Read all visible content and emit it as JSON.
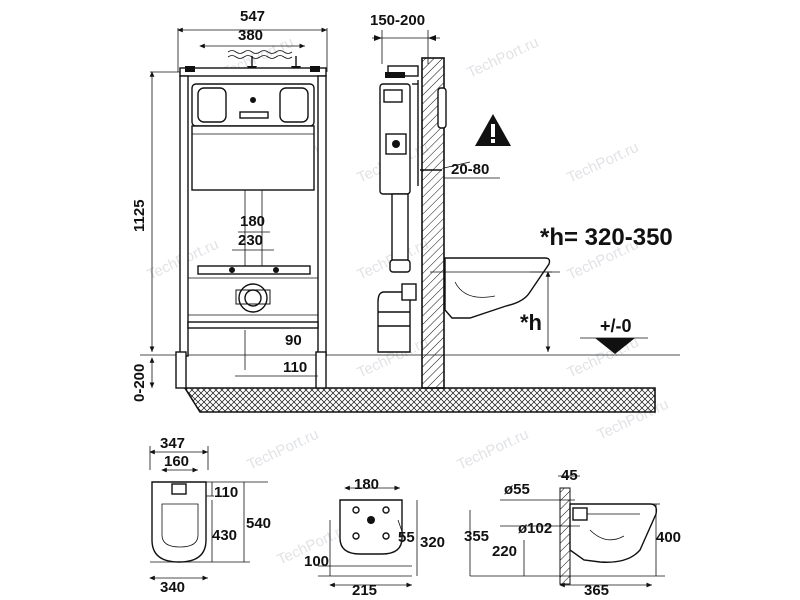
{
  "colors": {
    "ink": "#111111",
    "paper": "#ffffff",
    "watermark": "#c9ccd0"
  },
  "watermark": {
    "text": "TechPort.ru"
  },
  "front_view": {
    "width_total": "547",
    "width_inner": "380",
    "height": "1125",
    "adjust_range": "0-200",
    "drain_spacing_a": "180",
    "drain_spacing_b": "230",
    "bottom_offset_a": "90",
    "bottom_offset_b": "110"
  },
  "side_view": {
    "wall_depth": "150-200",
    "slope_range": "20-80",
    "h_formula": "*h= 320-350",
    "h_label": "*h",
    "floor_level": "+/-0",
    "warning_icon": "warning-triangle-icon"
  },
  "bowl_top": {
    "outer_width": "347",
    "inner_width": "160",
    "top_offset": "110",
    "inner_length": "430",
    "length": "540",
    "base_width": "340"
  },
  "bowl_rear": {
    "width_a": "180",
    "height_a": "55",
    "height_b": "320",
    "floor_gap": "100",
    "base_width": "215"
  },
  "bowl_side": {
    "wall_gap": "45",
    "inlet_dia": "ø55",
    "outlet_dia": "ø102",
    "height_a": "355",
    "height_b": "220",
    "height_c": "400",
    "depth": "365"
  }
}
